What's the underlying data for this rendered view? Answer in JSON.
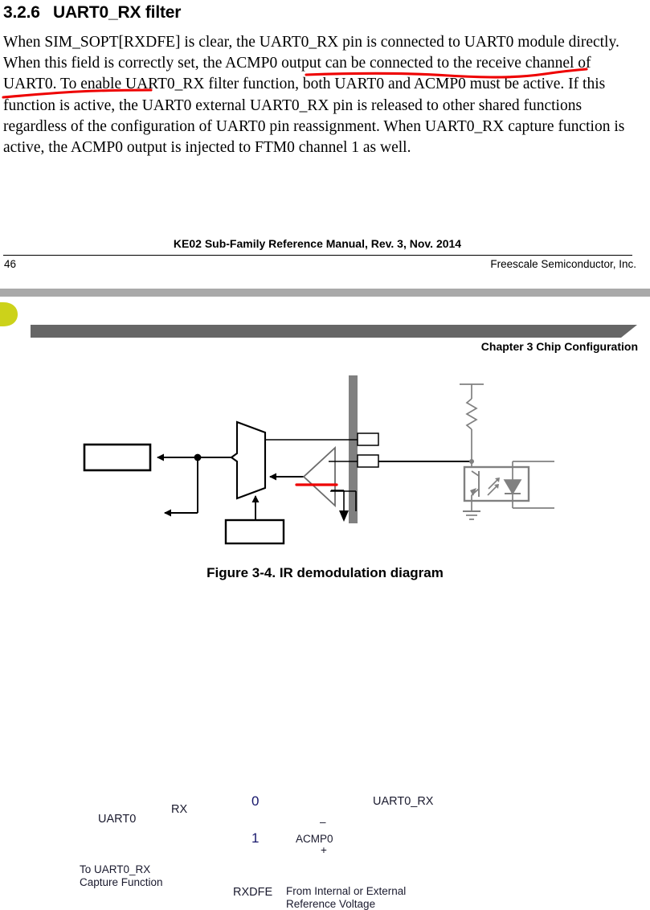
{
  "document": {
    "section": {
      "number": "3.2.6",
      "title": "UART0_RX filter",
      "body": "When SIM_SOPT[RXDFE] is clear, the UART0_RX pin is connected to UART0 module directly. When this field is correctly set, the ACMP0 output can be connected to the receive channel of UART0. To enable UART0_RX filter function, both UART0 and ACMP0 must be active. If this function is active, the UART0 external UART0_RX pin is released to other shared functions regardless of the configuration of UART0 pin reassignment. When UART0_RX capture function is active, the ACMP0 output is injected to FTM0 channel 1 as well."
    },
    "footer": {
      "manual_title": "KE02 Sub-Family Reference Manual, Rev. 3, Nov. 2014",
      "page_number": "46",
      "company": "Freescale Semiconductor, Inc."
    },
    "header": {
      "chapter_title": "Chapter 3 Chip Configuration"
    },
    "figure": {
      "caption": "Figure 3-4. IR demodulation diagram",
      "labels": {
        "uart0_block": "UART0",
        "rx_signal": "RX",
        "capture_line1": "To UART0_RX",
        "capture_line2": "Capture Function",
        "mux_input_0": "0",
        "mux_input_1": "1",
        "rxdfe_block": "RXDFE",
        "comparator": "ACMP0",
        "comparator_minus": "–",
        "comparator_plus": "+",
        "reference_line1": "From Internal or External",
        "reference_line2": "Reference Voltage",
        "pin_uart0_rx": "UART0_RX"
      }
    },
    "annotations": {
      "highlight_1": "ACMP0 output can be connected to the",
      "highlight_2": "receive channel of UART0.",
      "highlight_3": "ACMP0",
      "color": "#ee0000"
    },
    "colors": {
      "brand_logo": "#ccd21a",
      "header_topbar": "#a9a9a9",
      "header_band": "#666666",
      "chip_boundary": "#808080",
      "optocoupler": "#808080",
      "annotation_red": "#ee0000",
      "text": "#000000",
      "figure_label_text": "#1a1a2e"
    }
  }
}
